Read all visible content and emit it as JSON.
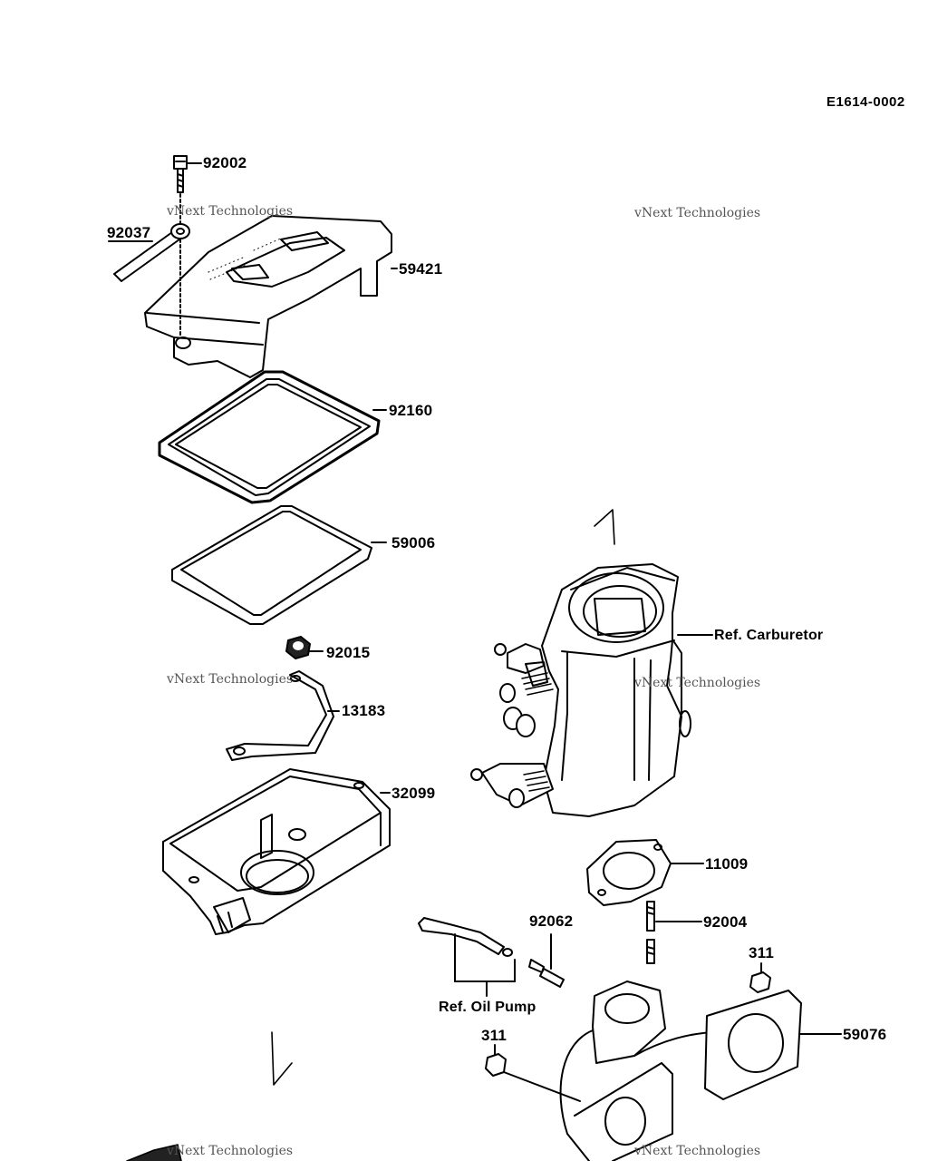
{
  "diagram_id": "E1614-0002",
  "parts": [
    {
      "id": "p-92002",
      "number": "92002"
    },
    {
      "id": "p-92037",
      "number": "92037"
    },
    {
      "id": "p-59421",
      "number": "59421"
    },
    {
      "id": "p-92160",
      "number": "92160"
    },
    {
      "id": "p-59006",
      "number": "59006"
    },
    {
      "id": "p-92015",
      "number": "92015"
    },
    {
      "id": "p-13183",
      "number": "13183"
    },
    {
      "id": "p-32099",
      "number": "32099"
    },
    {
      "id": "p-11009",
      "number": "11009"
    },
    {
      "id": "p-92004",
      "number": "92004"
    },
    {
      "id": "p-92062",
      "number": "92062"
    },
    {
      "id": "p-311a",
      "number": "311"
    },
    {
      "id": "p-311b",
      "number": "311"
    },
    {
      "id": "p-59076",
      "number": "59076"
    }
  ],
  "references": {
    "carburetor": "Ref. Carburetor",
    "oil_pump": "Ref. Oil Pump"
  },
  "watermark": {
    "line1": "vNext Technologies",
    "line2": "vNext",
    "line3": "Technologies"
  }
}
